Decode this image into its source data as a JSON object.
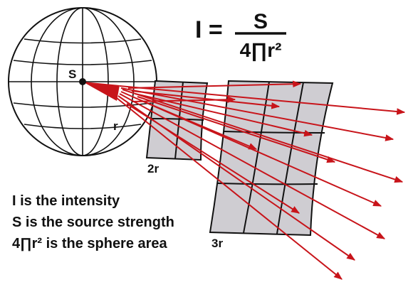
{
  "formula": {
    "lhs": "I =",
    "numerator": "S",
    "denominator": "4∏r²"
  },
  "labels": {
    "source": "S",
    "radius": "r",
    "square_2r": "2r",
    "square_3r": "3r"
  },
  "legend": [
    "I is the intensity",
    "S is the source strength",
    "4∏r² is the sphere area"
  ],
  "colors": {
    "ray": "#c8141a",
    "panel_fill": "#cfcdd2",
    "line": "#111111"
  }
}
